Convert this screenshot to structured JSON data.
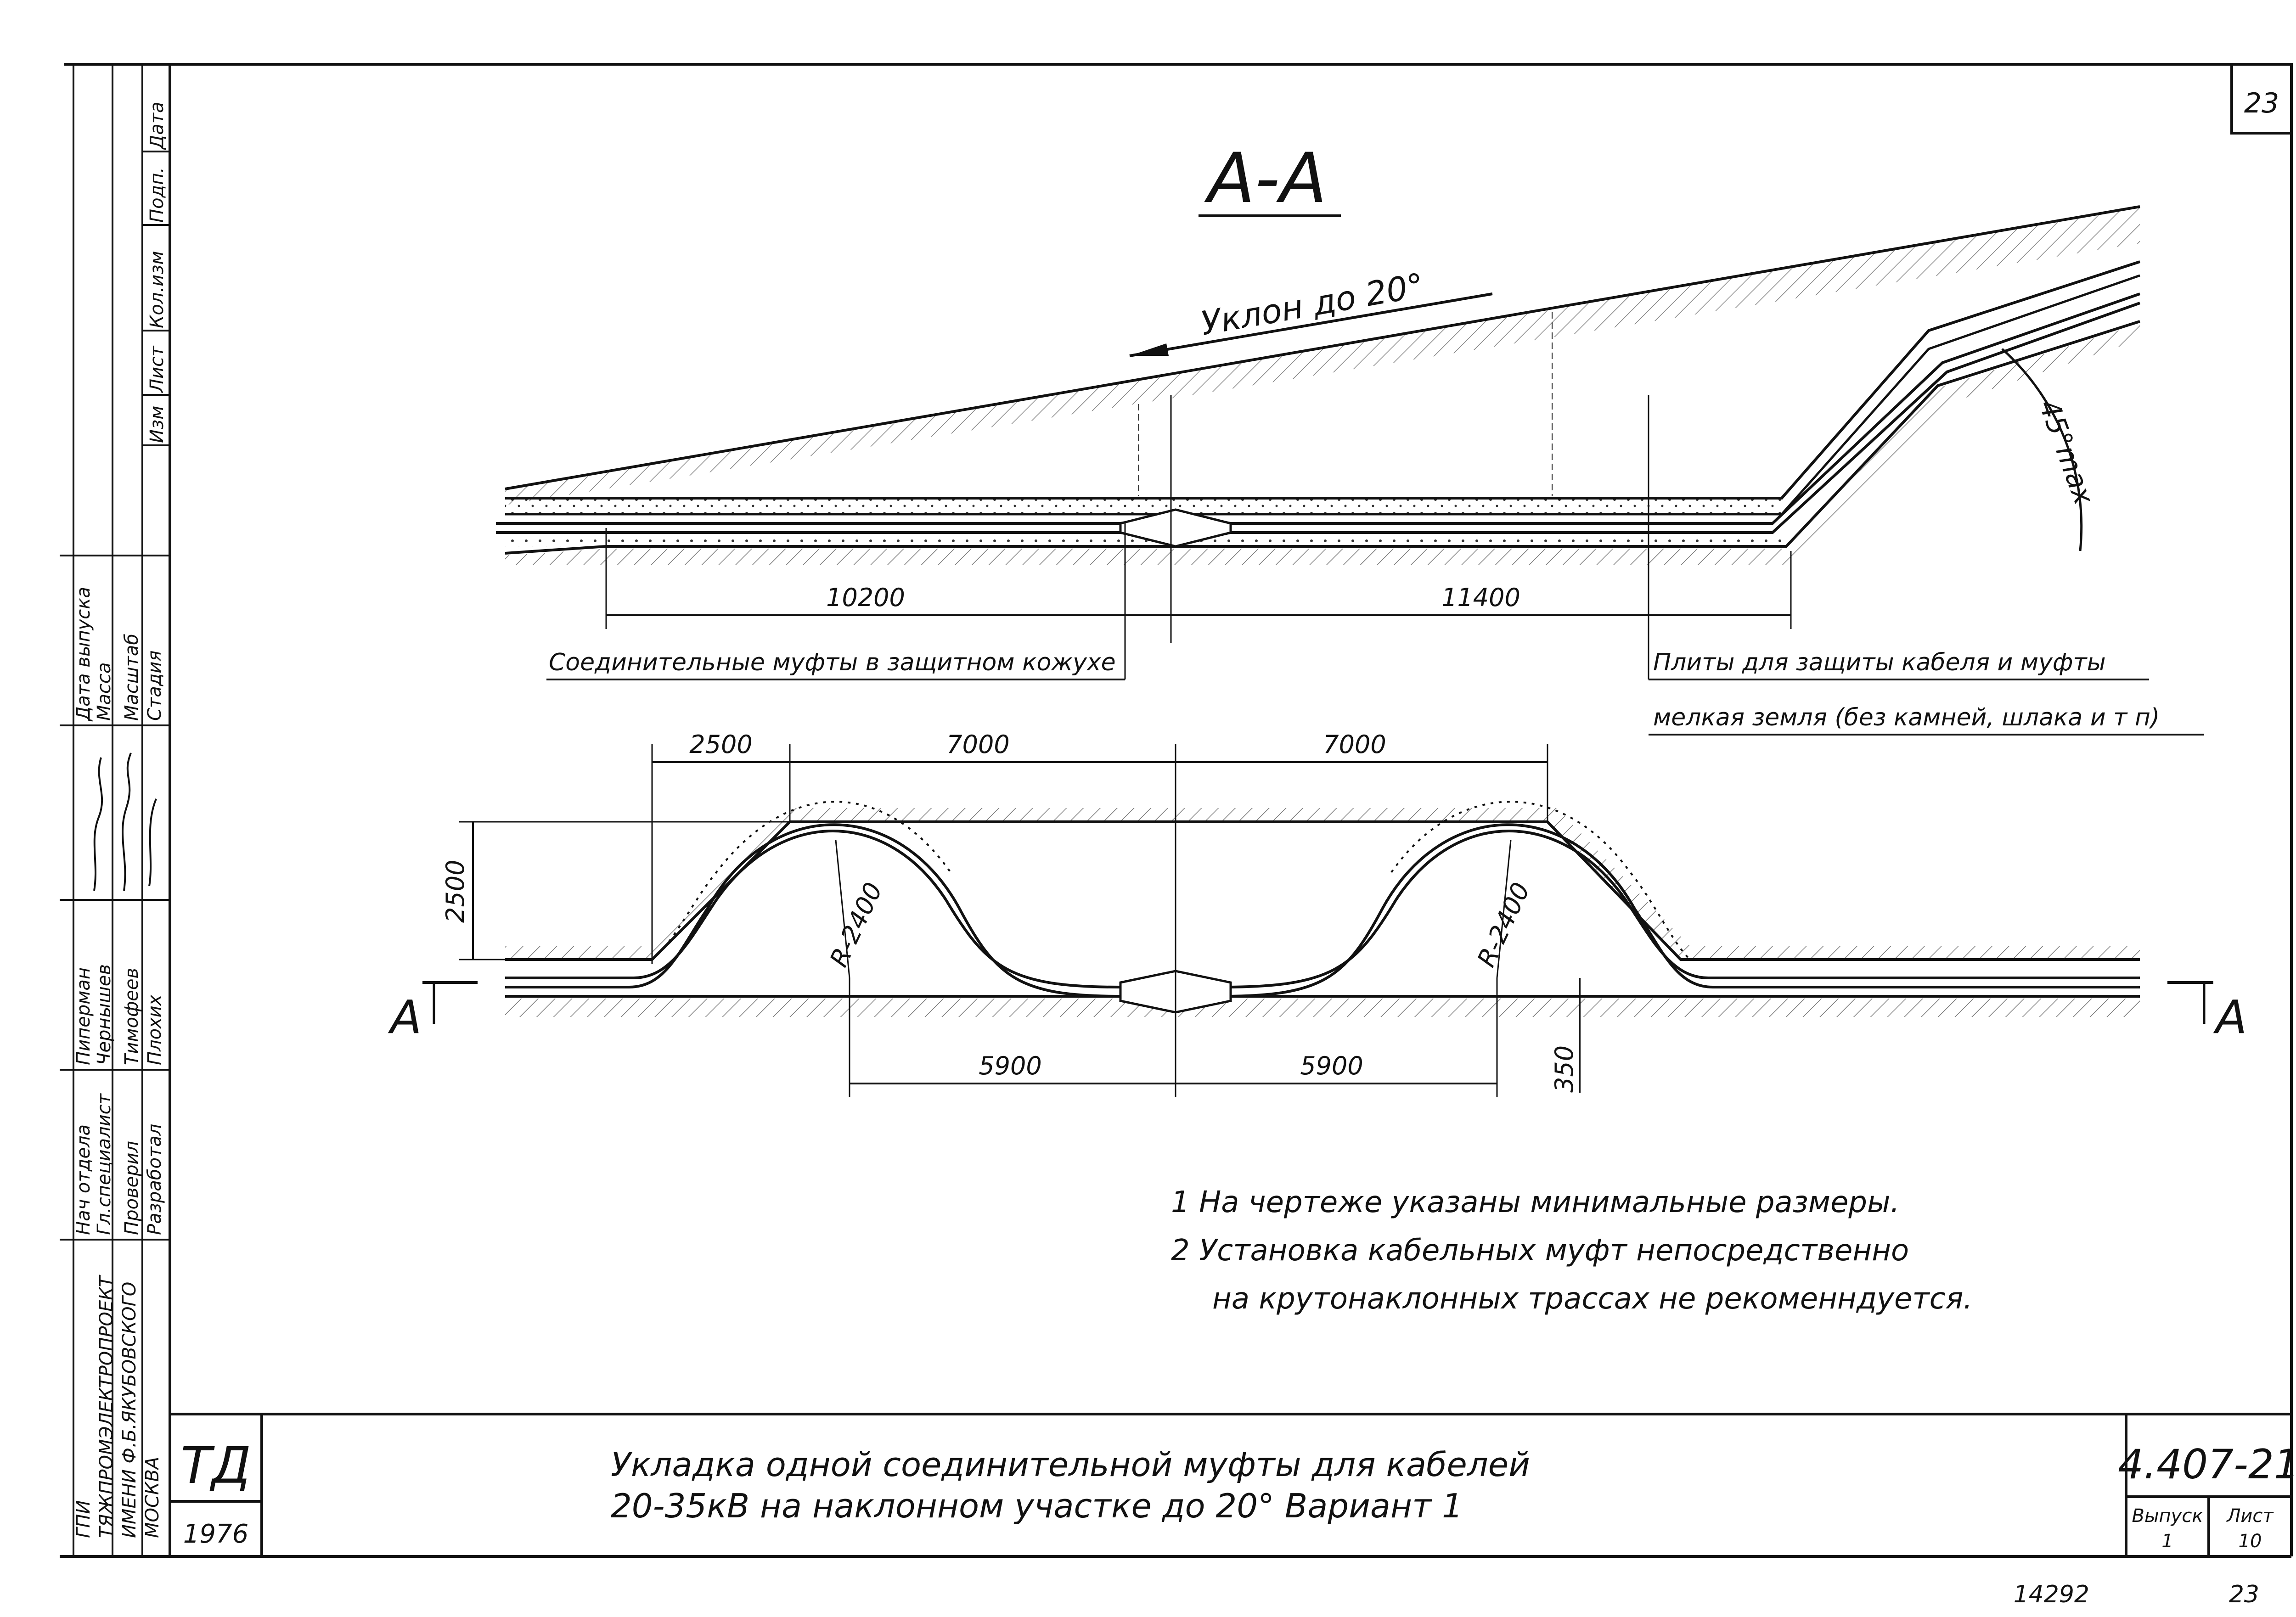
{
  "sheet_number": "23",
  "section_title": "А-А",
  "slope_label": "Уклон до 20°",
  "angle_label": "45°max",
  "upper_view": {
    "dim_left": "10200",
    "dim_right": "11400",
    "label_couplings": "Соединительные муфты в защитном кожухе",
    "label_plates": "Плиты для защиты кабеля и муфты",
    "label_soil": "мелкая земля (без камней, шлака и т п)"
  },
  "lower_view": {
    "dim_2500_h": "2500",
    "dim_7000_left": "7000",
    "dim_7000_right": "7000",
    "dim_2500_v": "2500",
    "radius_left": "R-2400",
    "radius_right": "R-2400",
    "dim_5900_left": "5900",
    "dim_5900_right": "5900",
    "dim_350": "350",
    "section_mark_left": "А",
    "section_mark_right": "А"
  },
  "notes": [
    "1  На чертеже указаны минимальные размеры.",
    "2  Установка кабельных муфт непосредственно",
    "на крутонаклонных трассах не рекоменндуется."
  ],
  "title_block": {
    "org_line1": "ГПИ",
    "org_line2": "ТЯЖПРОМЭЛЕКТРОПРОЕКТ",
    "org_line3": "ИМЕНИ Ф.Б.ЯКУБОВСКОГО",
    "org_line4": "МОСКВА",
    "logo": "ТД",
    "year": "1976",
    "drawing_title_line1": "Укладка  одной  соединительной  муфты  для  кабелей",
    "drawing_title_line2": "20-35кВ на наклонном  участке до 20°  Вариант 1",
    "code": "4.407-21",
    "issue_label": "Выпуск",
    "issue_value": "1",
    "sheet_label": "Лист",
    "sheet_value": "10"
  },
  "side_stamp": {
    "roles": [
      "Разработал",
      "Проверил",
      "Гл.специалист",
      "Нач отдела"
    ],
    "names": [
      "Плохих",
      "Тимофеев",
      "Чернышев",
      "Пиперман"
    ],
    "columns": [
      "Стадия",
      "Масштаб",
      "Масса",
      "Дата выпуска"
    ],
    "revision_headers": [
      "Изм",
      "Лист",
      "Кол.изм",
      "Подп.",
      "Дата"
    ]
  },
  "footer": {
    "left_number": "14292",
    "right_number": "23"
  }
}
